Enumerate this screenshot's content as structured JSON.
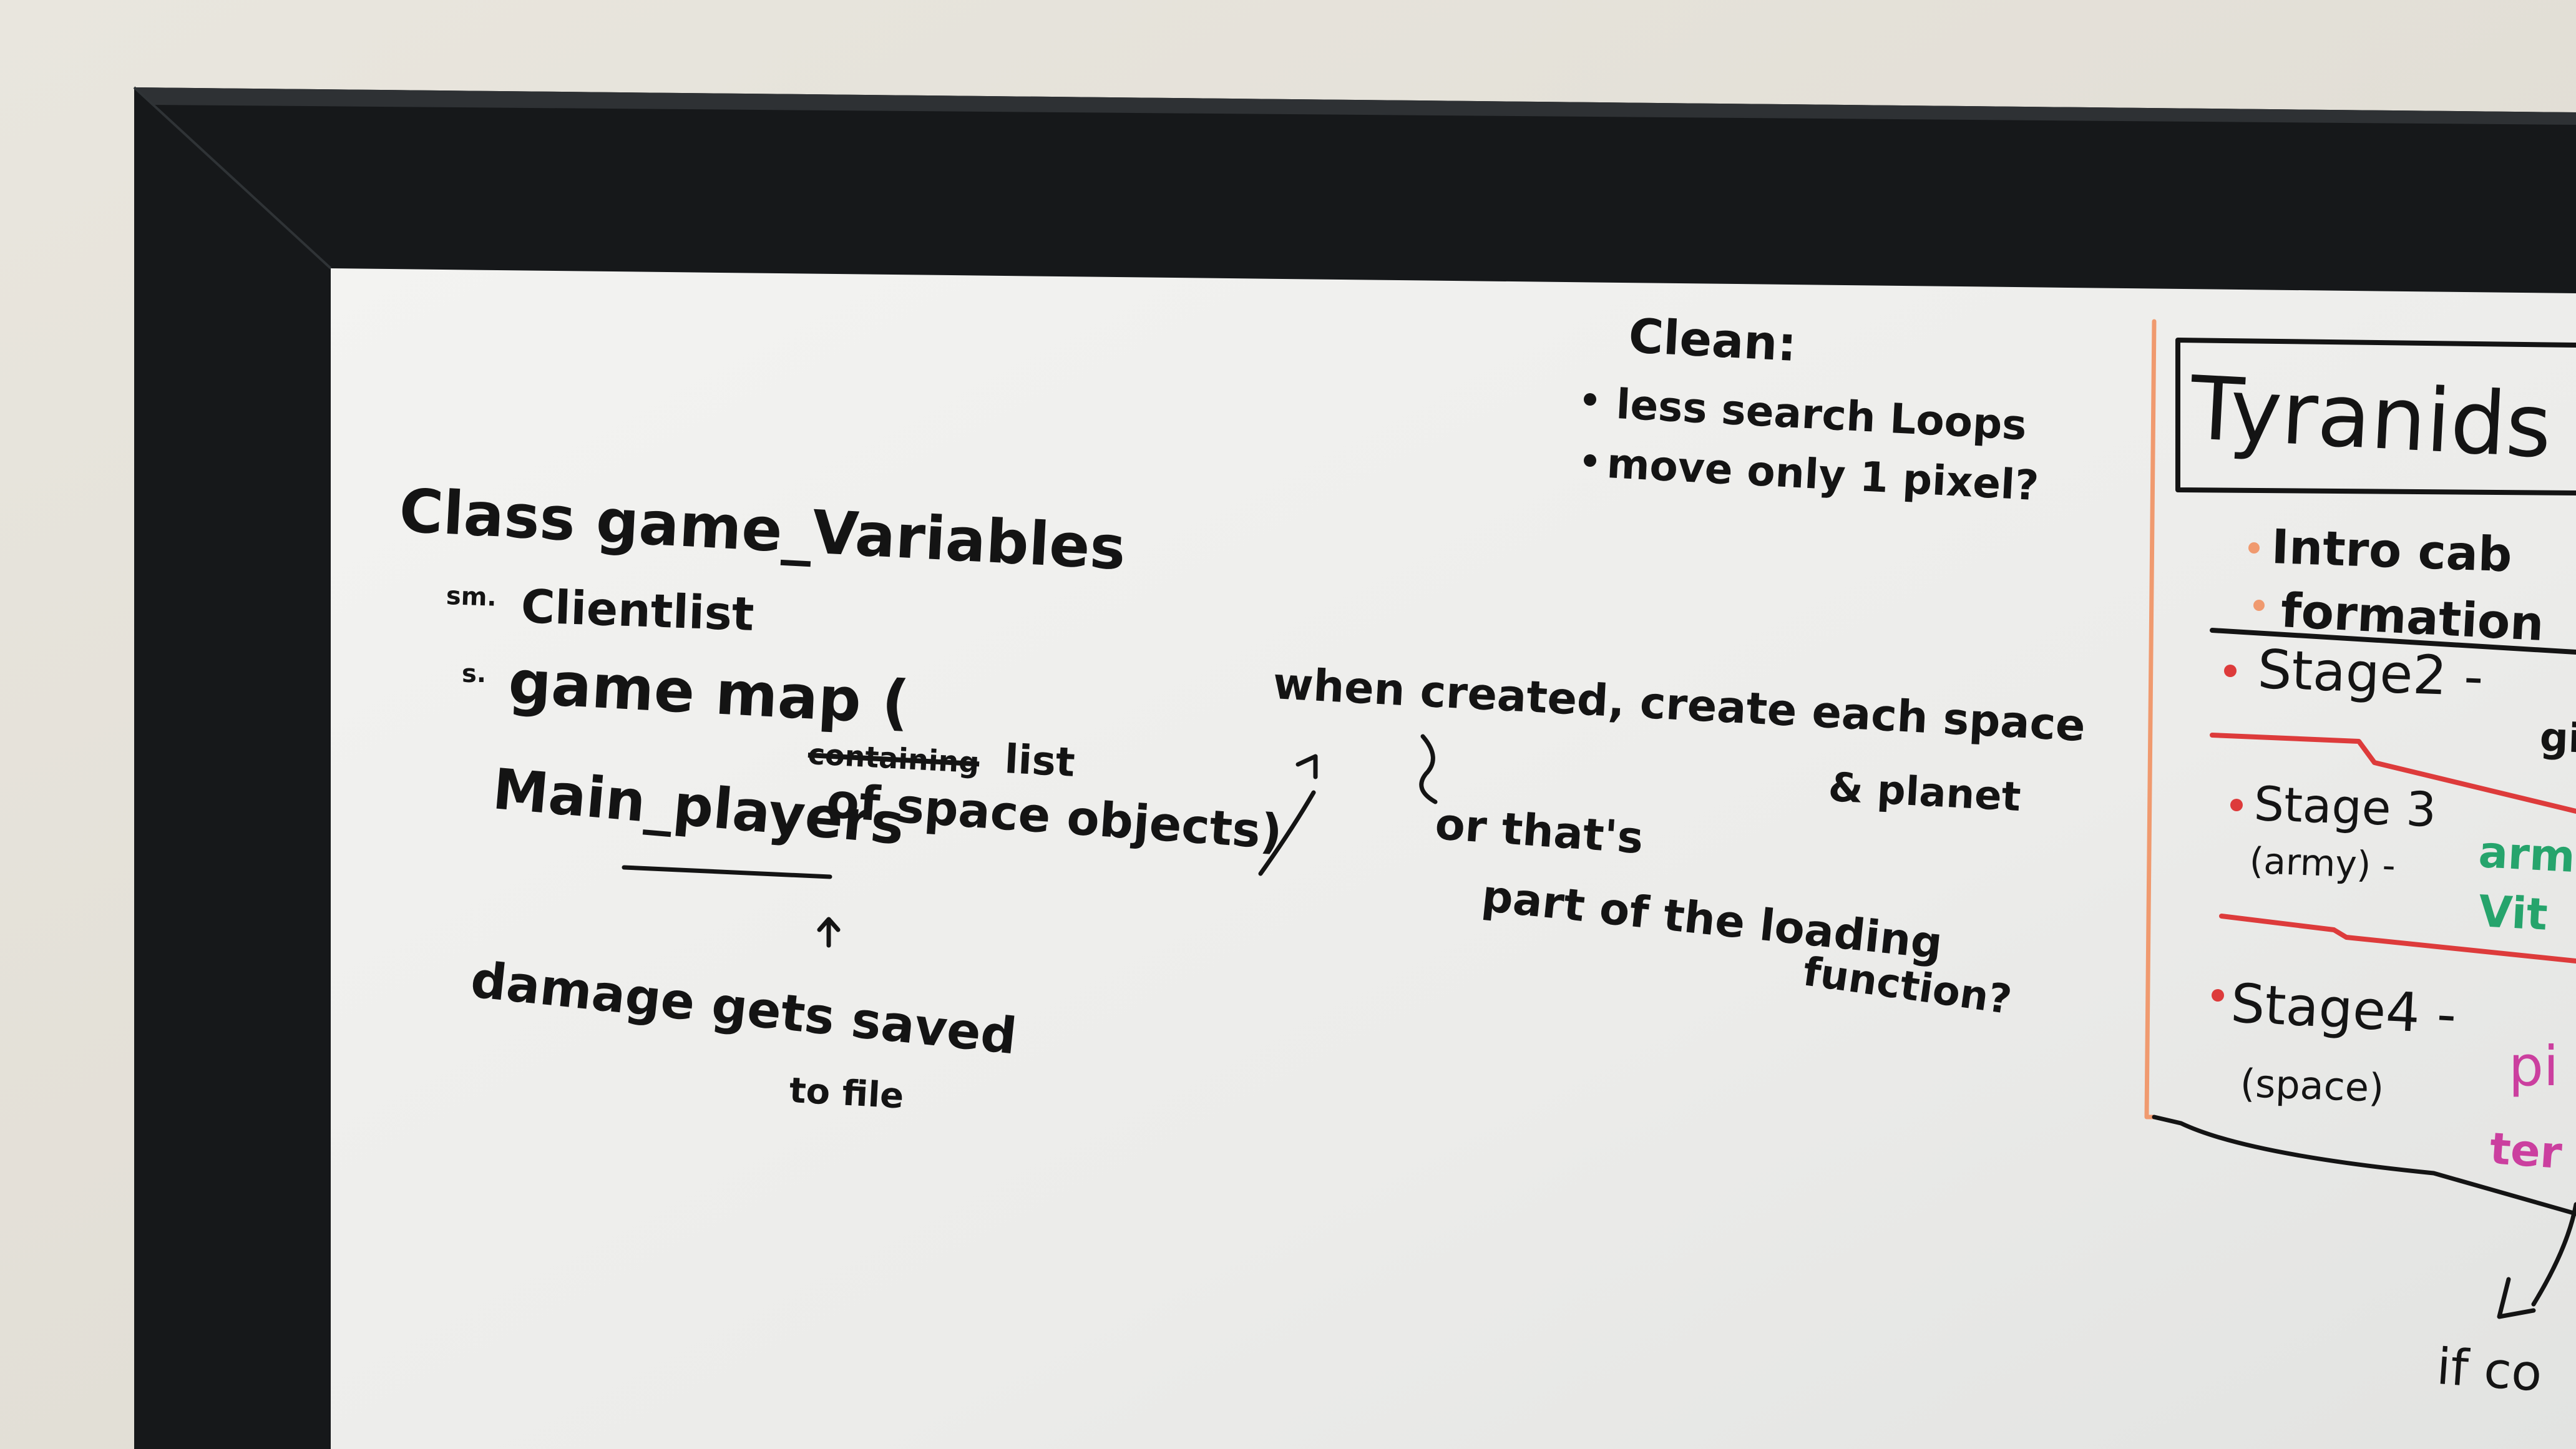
{
  "whiteboard": {
    "main_notes": {
      "class_heading": "Class game_Variables",
      "client_list_prefix": "sm.",
      "client_list": "Clientlist",
      "game_map_prefix": "s.",
      "game_map": "game map (",
      "crossed_out": "containing",
      "game_map_tail": "list",
      "space_objects": "of space objects)",
      "main_players": "Main_players",
      "damage_line1": "damage gets saved",
      "damage_line2": "to file"
    },
    "side_note": {
      "when_created": "when created, create each space",
      "planet": "& planet",
      "or_thats": "or that's",
      "part_of": "part of the loading",
      "function": "function?"
    },
    "clean_list": {
      "heading": "Clean:",
      "items": [
        "less search Loops",
        "move only 1 pixel?"
      ]
    },
    "tyranids_panel": {
      "title": "Tyranids",
      "intro": "Intro cab",
      "formation": "formation",
      "stage2": "Stage2 -",
      "stage2_note": "gi",
      "stage3": "Stage 3",
      "stage3_sub": "(army) -",
      "stage3_note1": "arm",
      "stage3_note2": "Vit",
      "stage4": "Stage4 -",
      "stage4_sub": "(space)",
      "stage4_note1": "pi",
      "stage4_note2": "ter",
      "bottom": "if co"
    }
  },
  "colors": {
    "wall": "#e6e3dc",
    "frame": "#16181a",
    "board": "#eeeeec",
    "ink_black": "#141414",
    "ink_orange": "#f09a6f",
    "ink_red": "#dd3b3b",
    "ink_green": "#26a46c",
    "ink_magenta": "#cb3f9f"
  }
}
